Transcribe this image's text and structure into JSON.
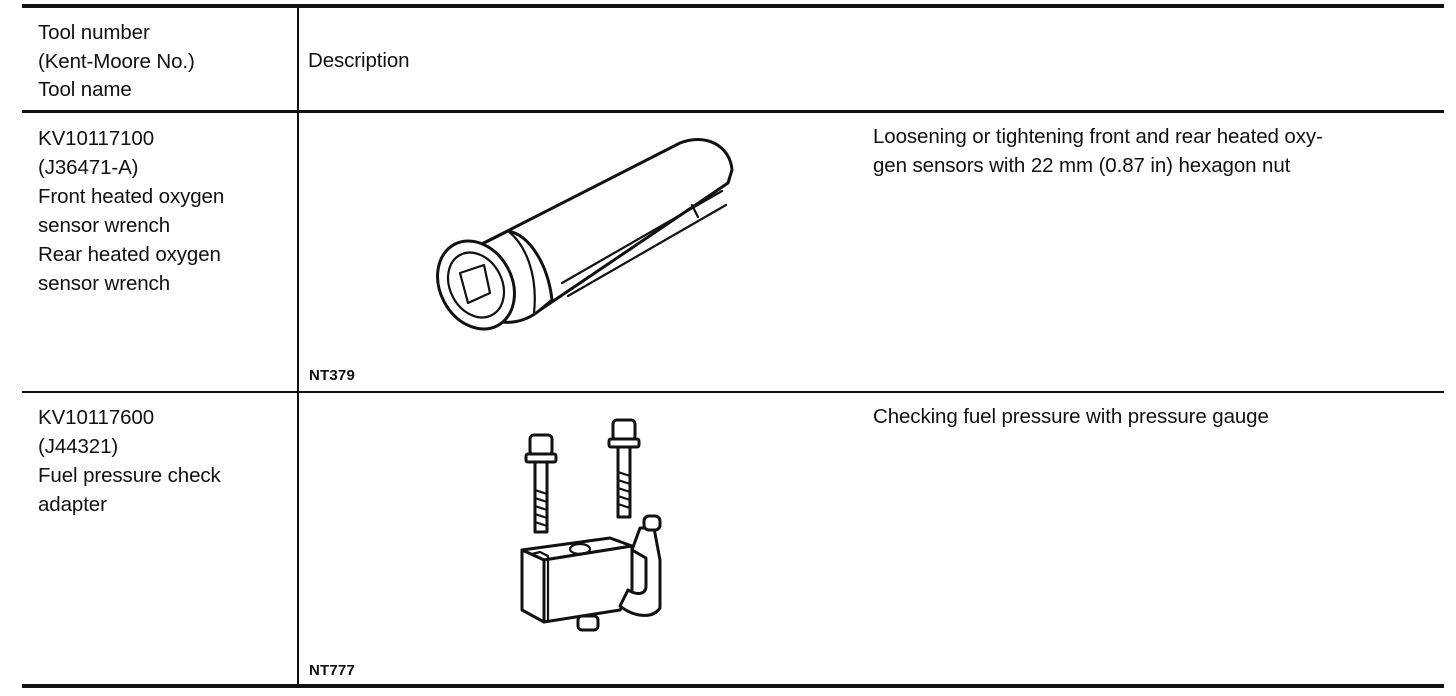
{
  "table": {
    "header": {
      "col1": "Tool number\n(Kent-Moore No.)\nTool name",
      "col2": "Description"
    },
    "rows": [
      {
        "tool_number": "KV10117100",
        "kent_moore": "(J36471-A)",
        "tool_name": "Front heated oxygen\nsensor wrench\nRear heated oxygen\nsensor wrench",
        "illustration_code": "NT379",
        "description": "Loosening or tightening front and rear heated oxy-\ngen sensors with 22 mm (0.87 in) hexagon nut",
        "illustration_icon": "oxygen-sensor-wrench-illustration"
      },
      {
        "tool_number": "KV10117600",
        "kent_moore": "(J44321)",
        "tool_name": "Fuel pressure check\nadapter",
        "illustration_code": "NT777",
        "description": "Checking fuel pressure with pressure gauge",
        "illustration_icon": "fuel-pressure-adapter-illustration"
      }
    ]
  }
}
